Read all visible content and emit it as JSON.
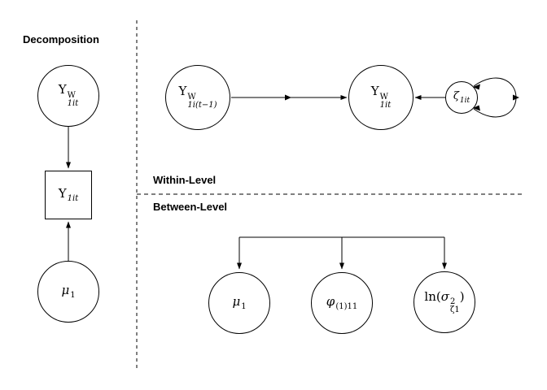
{
  "headers": {
    "decomposition": "Decomposition",
    "within": "Within-Level",
    "between": "Between-Level"
  },
  "nodes": {
    "decomp_latent": {
      "base": "Y",
      "sup": "W",
      "sub": "1it"
    },
    "decomp_observed": {
      "base": "Y",
      "sub": "1it"
    },
    "decomp_mean": {
      "base": "μ",
      "sub": "1"
    },
    "within_lag": {
      "base": "Y",
      "sup": "W",
      "sub": "1i(t−1)"
    },
    "within_current": {
      "base": "Y",
      "sup": "W",
      "sub": "1it"
    },
    "within_innovation": {
      "base": "ζ",
      "sub": "1it"
    },
    "between_mean": {
      "base": "μ",
      "sub": "1"
    },
    "between_autoregression": {
      "base": "φ",
      "sub": "(1)11"
    },
    "between_logvariance": {
      "pre": "ln(",
      "base": "σ",
      "sup": "2",
      "sub": "ζ1",
      "post": ")"
    }
  },
  "colors": {
    "line": "#000000",
    "background": "#ffffff",
    "text": "#000000"
  }
}
